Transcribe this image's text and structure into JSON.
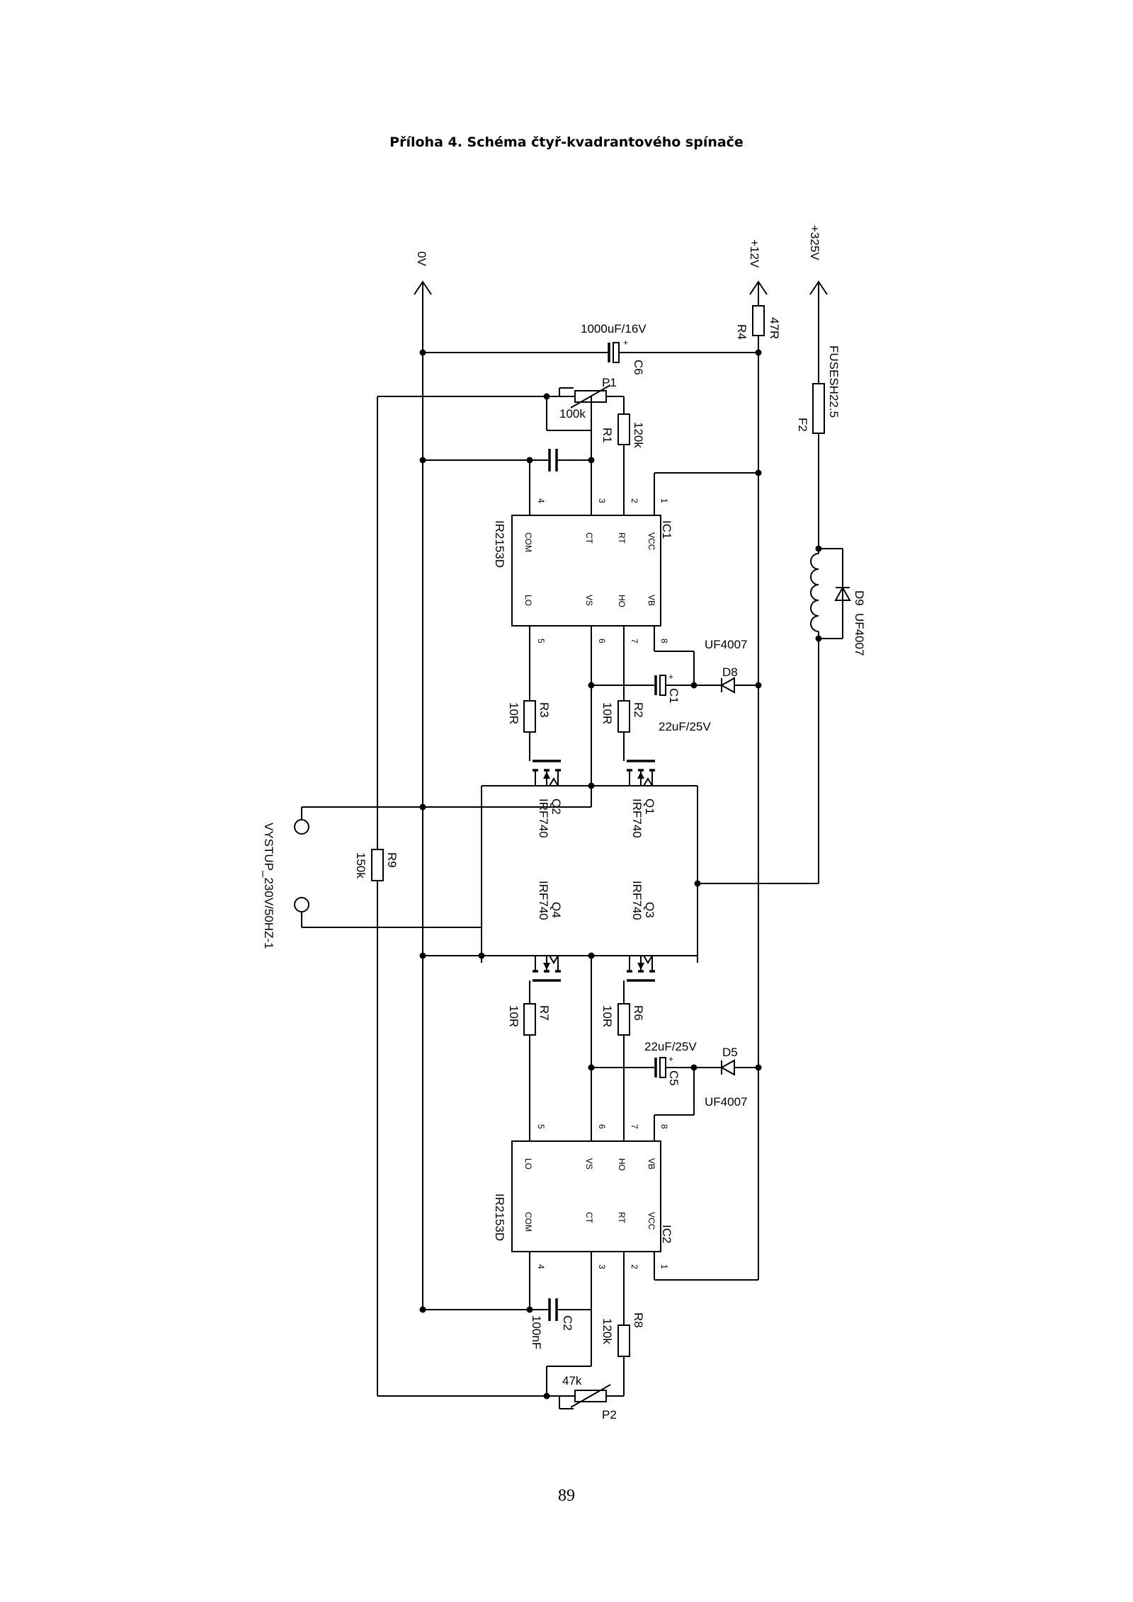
{
  "page": {
    "title": "Příloha 4. Schéma čtyř-kvadrantového spínače",
    "number": "89"
  },
  "rails": {
    "gnd": "0V",
    "v12": "+12V",
    "v325": "+325V"
  },
  "ic1": {
    "ref": "IC1",
    "part": "IR2153D",
    "pins": [
      {
        "num": "1",
        "name": "VCC"
      },
      {
        "num": "2",
        "name": "RT"
      },
      {
        "num": "3",
        "name": "CT"
      },
      {
        "num": "4",
        "name": "COM"
      },
      {
        "num": "5",
        "name": "LO"
      },
      {
        "num": "6",
        "name": "VS"
      },
      {
        "num": "7",
        "name": "HO"
      },
      {
        "num": "8",
        "name": "VB"
      }
    ]
  },
  "ic2": {
    "ref": "IC2",
    "part": "IR2153D",
    "pins": [
      {
        "num": "1",
        "name": "VCC"
      },
      {
        "num": "2",
        "name": "RT"
      },
      {
        "num": "3",
        "name": "CT"
      },
      {
        "num": "4",
        "name": "COM"
      },
      {
        "num": "5",
        "name": "LO"
      },
      {
        "num": "6",
        "name": "VS"
      },
      {
        "num": "7",
        "name": "HO"
      },
      {
        "num": "8",
        "name": "VB"
      }
    ]
  },
  "components": {
    "c6": {
      "ref": "C6",
      "value": "1000uF/16V"
    },
    "r4": {
      "ref": "R4",
      "value": "47R"
    },
    "p1": {
      "ref": "P1",
      "value": "100k"
    },
    "r1": {
      "ref": "R1",
      "value": "120k"
    },
    "f2": {
      "ref": "F2",
      "value": "FUSESH22.5"
    },
    "d9": {
      "ref": "D9",
      "value": "UF4007"
    },
    "d8": {
      "ref": "D8",
      "value": "UF4007"
    },
    "c1": {
      "ref": "C1",
      "value": "22uF/25V"
    },
    "r3": {
      "ref": "R3",
      "value": "10R"
    },
    "r2": {
      "ref": "R2",
      "value": "10R"
    },
    "q1": {
      "ref": "Q1",
      "value": "IRF740"
    },
    "q2": {
      "ref": "Q2",
      "value": "IRF740"
    },
    "q3": {
      "ref": "Q3",
      "value": "IRF740"
    },
    "q4": {
      "ref": "Q4",
      "value": "IRF740"
    },
    "r9": {
      "ref": "R9",
      "value": "150k"
    },
    "output": {
      "label": "VYSTUP_230V/50HZ-1"
    },
    "r7": {
      "ref": "R7",
      "value": "10R"
    },
    "r6": {
      "ref": "R6",
      "value": "10R"
    },
    "c5": {
      "ref": "C5",
      "value": "22uF/25V"
    },
    "d5": {
      "ref": "D5",
      "value": "UF4007"
    },
    "c2": {
      "ref": "C2",
      "value": "100nF"
    },
    "r8": {
      "ref": "R8",
      "value": "120k"
    },
    "p2": {
      "ref": "P2",
      "value": "47k"
    }
  }
}
